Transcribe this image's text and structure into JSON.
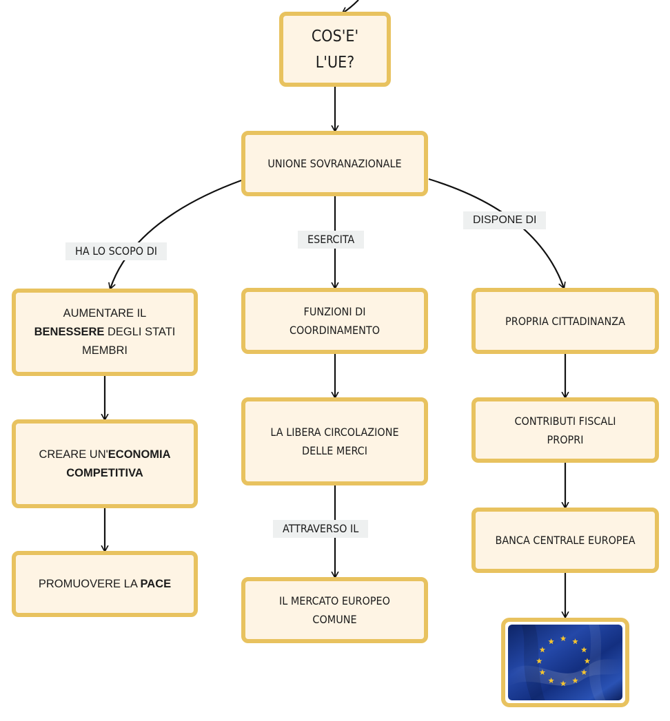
{
  "colors": {
    "node_border": "#e8c25f",
    "node_fill": "#fef4e4",
    "label_fill": "#eef0f0",
    "flag_blue": "#1a3a8c",
    "flag_star": "#f4c430"
  },
  "nodes": {
    "root": {
      "line1": "COS'E'",
      "line2": "L'UE?"
    },
    "union": {
      "text": "UNIONE SOVRANAZIONALE"
    },
    "wellbeing": {
      "line1": "AUMENTARE IL",
      "bold": "BENESSERE",
      "rest": " DEGLI STATI",
      "line3": "MEMBRI"
    },
    "economy": {
      "prefix": "CREARE UN'",
      "bold1": "ECONOMIA",
      "bold2": "COMPETITIVA"
    },
    "peace": {
      "prefix": "PROMUOVERE LA ",
      "bold": "PACE"
    },
    "coordination": {
      "line1": "FUNZIONI DI",
      "line2": "COORDINAMENTO"
    },
    "free_movement": {
      "line1": "LA LIBERA CIRCOLAZIONE",
      "line2": "DELLE MERCI"
    },
    "common_market": {
      "line1": "IL MERCATO EUROPEO",
      "line2": "COMUNE"
    },
    "citizenship": {
      "text": "PROPRIA CITTADINANZA"
    },
    "tax": {
      "line1": "CONTRIBUTI FISCALI",
      "line2": "PROPRI"
    },
    "central_bank": {
      "text": "BANCA CENTRALE EUROPEA"
    }
  },
  "edge_labels": {
    "aim": "HA LO SCOPO DI",
    "exercises": "ESERCITA",
    "has": "DISPONE DI",
    "through": "ATTRAVERSO IL"
  },
  "flag": {
    "icon": "eu-flag-icon",
    "stars": 12
  }
}
